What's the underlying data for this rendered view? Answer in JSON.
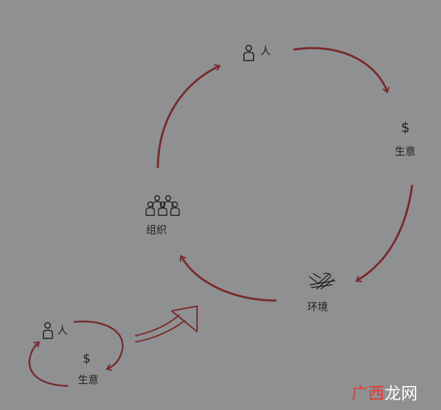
{
  "colors": {
    "background": "#8f9092",
    "arrow": "#7a2a2a",
    "ink": "#1f1f1f",
    "watermark_red": "#e23a2e",
    "watermark_white": "#ffffff"
  },
  "main_cycle": {
    "person_label": "人",
    "business_symbol": "$",
    "business_label": "生意",
    "environment_label": "环境",
    "organization_label": "组织"
  },
  "small_cycle": {
    "person_label": "人",
    "business_symbol": "$",
    "business_label": "生意"
  },
  "icons": {
    "person": "person-icon",
    "group": "group-icon",
    "environment": "environment-icon",
    "transition_arrow": "outline-arrow-icon"
  },
  "watermark": {
    "part1": "广西",
    "part2": "龙网"
  }
}
